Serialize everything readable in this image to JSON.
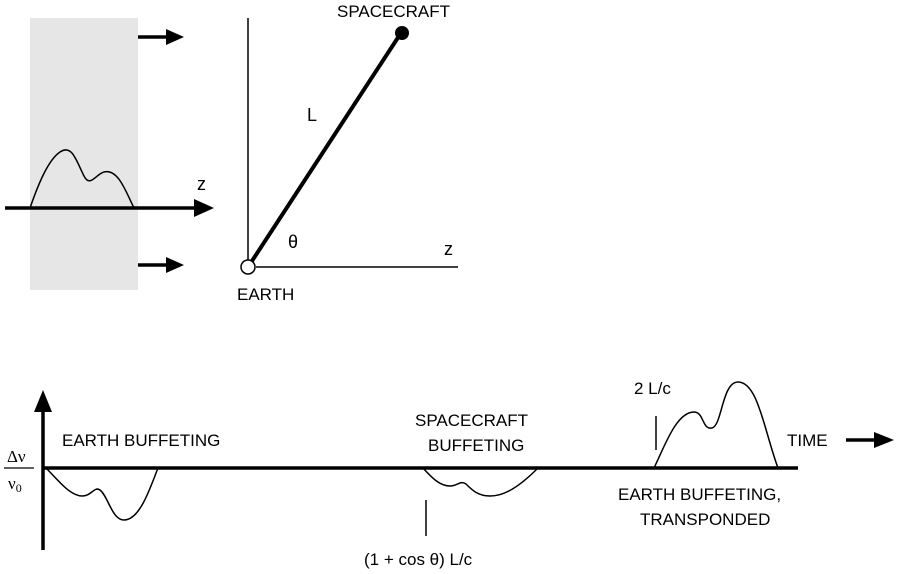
{
  "top_left": {
    "z_label": "z"
  },
  "geometry": {
    "spacecraft_label": "SPACECRAFT",
    "earth_label": "EARTH",
    "length_label": "L",
    "angle_label": "θ",
    "z_label": "z"
  },
  "timeline": {
    "y_axis_numerator": "Δν",
    "y_axis_denominator": "ν",
    "y_axis_denominator_sub": "0",
    "earth_buffeting_label": "EARTH BUFFETING",
    "spacecraft_buffeting_line1": "SPACECRAFT",
    "spacecraft_buffeting_line2": "BUFFETING",
    "delay_label": "(1 + cos θ) L/c",
    "round_trip_label": "2 L/c",
    "time_label": "TIME",
    "transponded_line1": "EARTH BUFFETING,",
    "transponded_line2": "TRANSPONDED"
  },
  "colors": {
    "ink": "#000000",
    "shaded_region": "#e6e6e6",
    "background": "#ffffff"
  }
}
